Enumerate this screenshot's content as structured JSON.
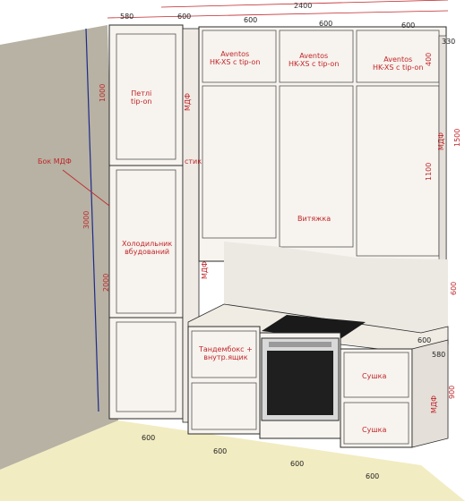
{
  "overall_width": "2400",
  "top_dims": [
    "580",
    "600",
    "600",
    "600",
    "600"
  ],
  "right_depth": "330",
  "upper_height_short": "400",
  "upper_height_long": "1100",
  "upper_total": "1500",
  "backsplash_height": "600",
  "base_height": "900",
  "counter_depth": "600",
  "counter_depth_2": "580",
  "tall_height": "3000",
  "tall_top": "1000",
  "tall_bottom": "2000",
  "bottom_dims": [
    "600",
    "600",
    "600",
    "600"
  ],
  "mdf_labels": [
    "МДФ",
    "МДФ",
    "МДФ",
    "МДФ"
  ],
  "labels": {
    "hinges": "Петлі\ntip-on",
    "side_mdf": "Бок МДФ",
    "fridge": "Холодильник\nвбудований",
    "aventos1": "Aventos\nHK-XS с tip-on",
    "aventos2": "Aventos\nHK-XS с tip-on",
    "aventos3": "Aventos\nHK-XS с tip-on",
    "hood": "Витяжка",
    "tandem": "Тандембокс +\nвнутр.ящик",
    "dryer1": "Сушка",
    "dryer2": "Сушка",
    "stik": "стик"
  },
  "colors": {
    "wall": "#b7b2a3",
    "floor": "#f2ecc2",
    "cabinet": "#f7f3ee",
    "counter": "#f0ece4",
    "backsplash": "#ece8e2",
    "dimension": "#c0262a",
    "height_line": "#1e2a8a"
  }
}
